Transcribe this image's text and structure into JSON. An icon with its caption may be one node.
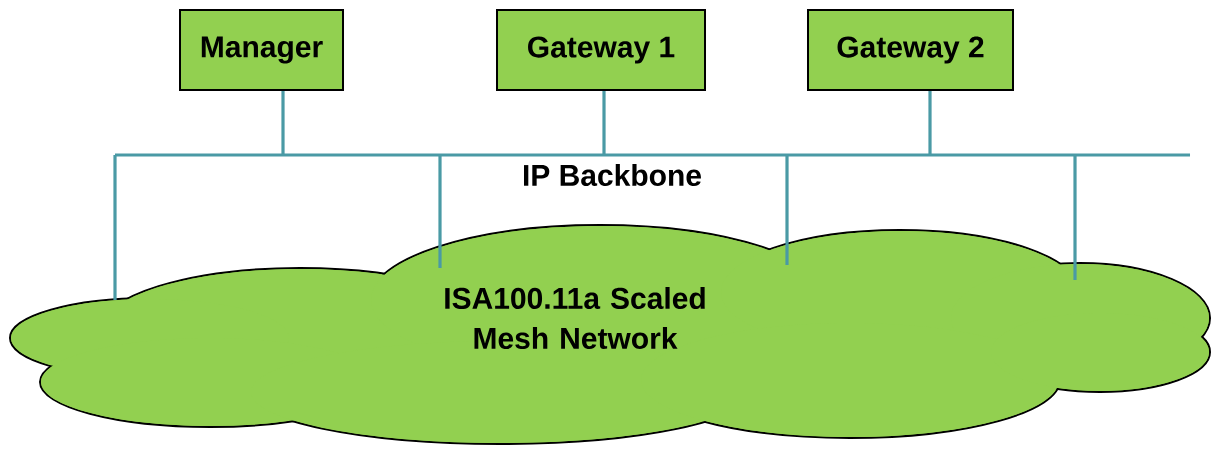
{
  "diagram": {
    "nodes": [
      {
        "text": [
          "Manager"
        ]
      },
      {
        "text": [
          "Gateway 1"
        ]
      },
      {
        "text": [
          "Gateway 2"
        ]
      },
      {
        "text": [],
        "shape": "bar"
      },
      {
        "text": [
          "ISA100.11a Scaled Mesh Network"
        ]
      }
    ],
    "edges": [
      {
        "from": 0,
        "to": 3,
        "arrow": "none"
      },
      {
        "from": 1,
        "to": 3,
        "arrow": "none"
      },
      {
        "from": 2,
        "to": 3,
        "arrow": "none"
      },
      {
        "from": 3,
        "to": 4,
        "arrow": "none"
      },
      {
        "from": 3,
        "to": 4,
        "arrow": "none"
      },
      {
        "from": 3,
        "to": 4,
        "arrow": "none"
      },
      {
        "from": 3,
        "to": 4,
        "arrow": "none"
      }
    ],
    "labels": [
      "IP Backbone"
    ]
  }
}
